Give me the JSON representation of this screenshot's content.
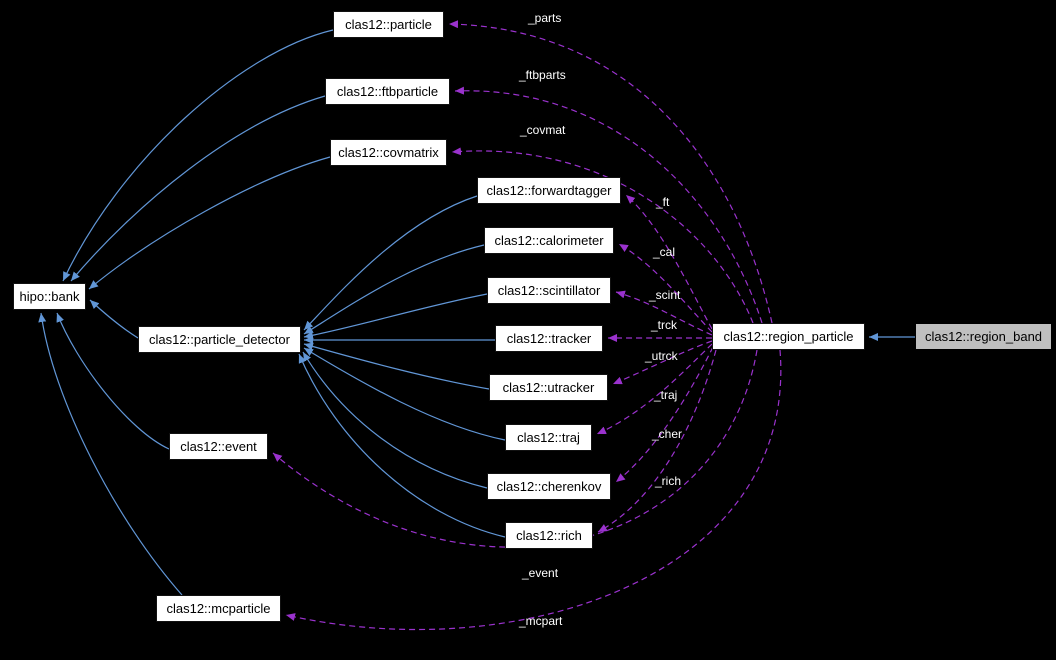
{
  "diagram_type": "collaboration-graph",
  "colors": {
    "background": "#000000",
    "node_fill": "#ffffff",
    "node_text": "#000000",
    "highlight_fill": "#bfbfbf",
    "inheritance_edge": "#6196d6",
    "usage_edge": "#9a32cd",
    "edge_label_text": "#ffffff"
  },
  "nodes": {
    "bank": "hipo::bank",
    "particle": "clas12::particle",
    "ftbparticle": "clas12::ftbparticle",
    "covmatrix": "clas12::covmatrix",
    "forwardtagger": "clas12::forwardtagger",
    "calorimeter": "clas12::calorimeter",
    "scintillator": "clas12::scintillator",
    "particle_detector": "clas12::particle_detector",
    "tracker": "clas12::tracker",
    "utracker": "clas12::utracker",
    "traj": "clas12::traj",
    "event": "clas12::event",
    "cherenkov": "clas12::cherenkov",
    "rich": "clas12::rich",
    "region_particle": "clas12::region_particle",
    "region_band": "clas12::region_band",
    "mcparticle": "clas12::mcparticle"
  },
  "edge_labels": {
    "parts": "_parts",
    "ftbparts": "_ftbparts",
    "covmat": "_covmat",
    "ft": "_ft",
    "cal": "_cal",
    "scint": "_scint",
    "trck": "_trck",
    "utrck": "_utrck",
    "traj": "_traj",
    "cher": "_cher",
    "rich": "_rich",
    "event": "_event",
    "mcpart": "_mcpart"
  }
}
